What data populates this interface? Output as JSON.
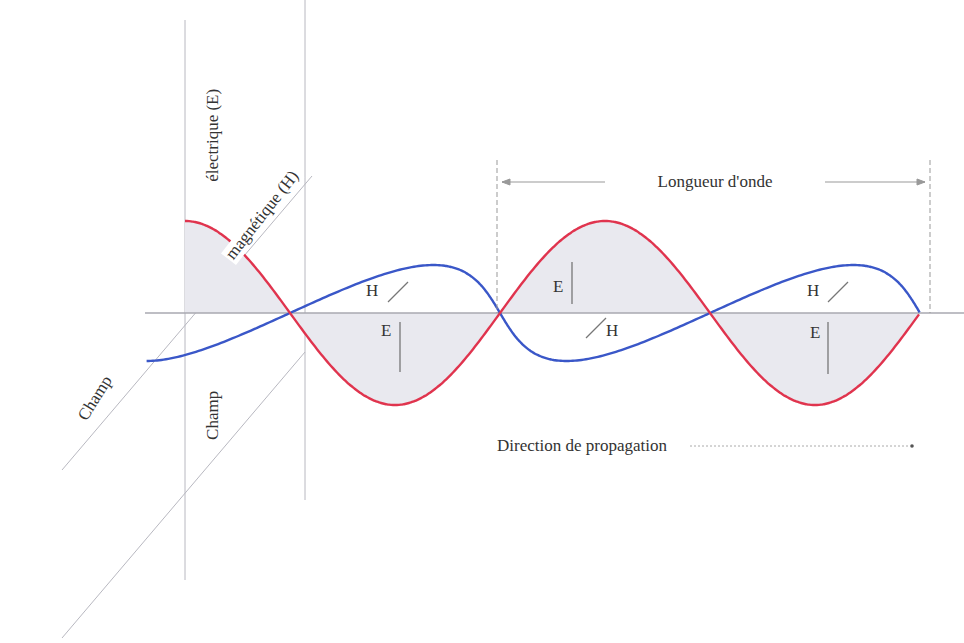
{
  "diagram": {
    "labels": [
      "électrique (E)",
      "magnétique (H)",
      "Champ",
      "Champ",
      "Longueur d'onde",
      "H",
      "E",
      "E",
      "H",
      "H",
      "E",
      "Direction de propagation"
    ]
  }
}
